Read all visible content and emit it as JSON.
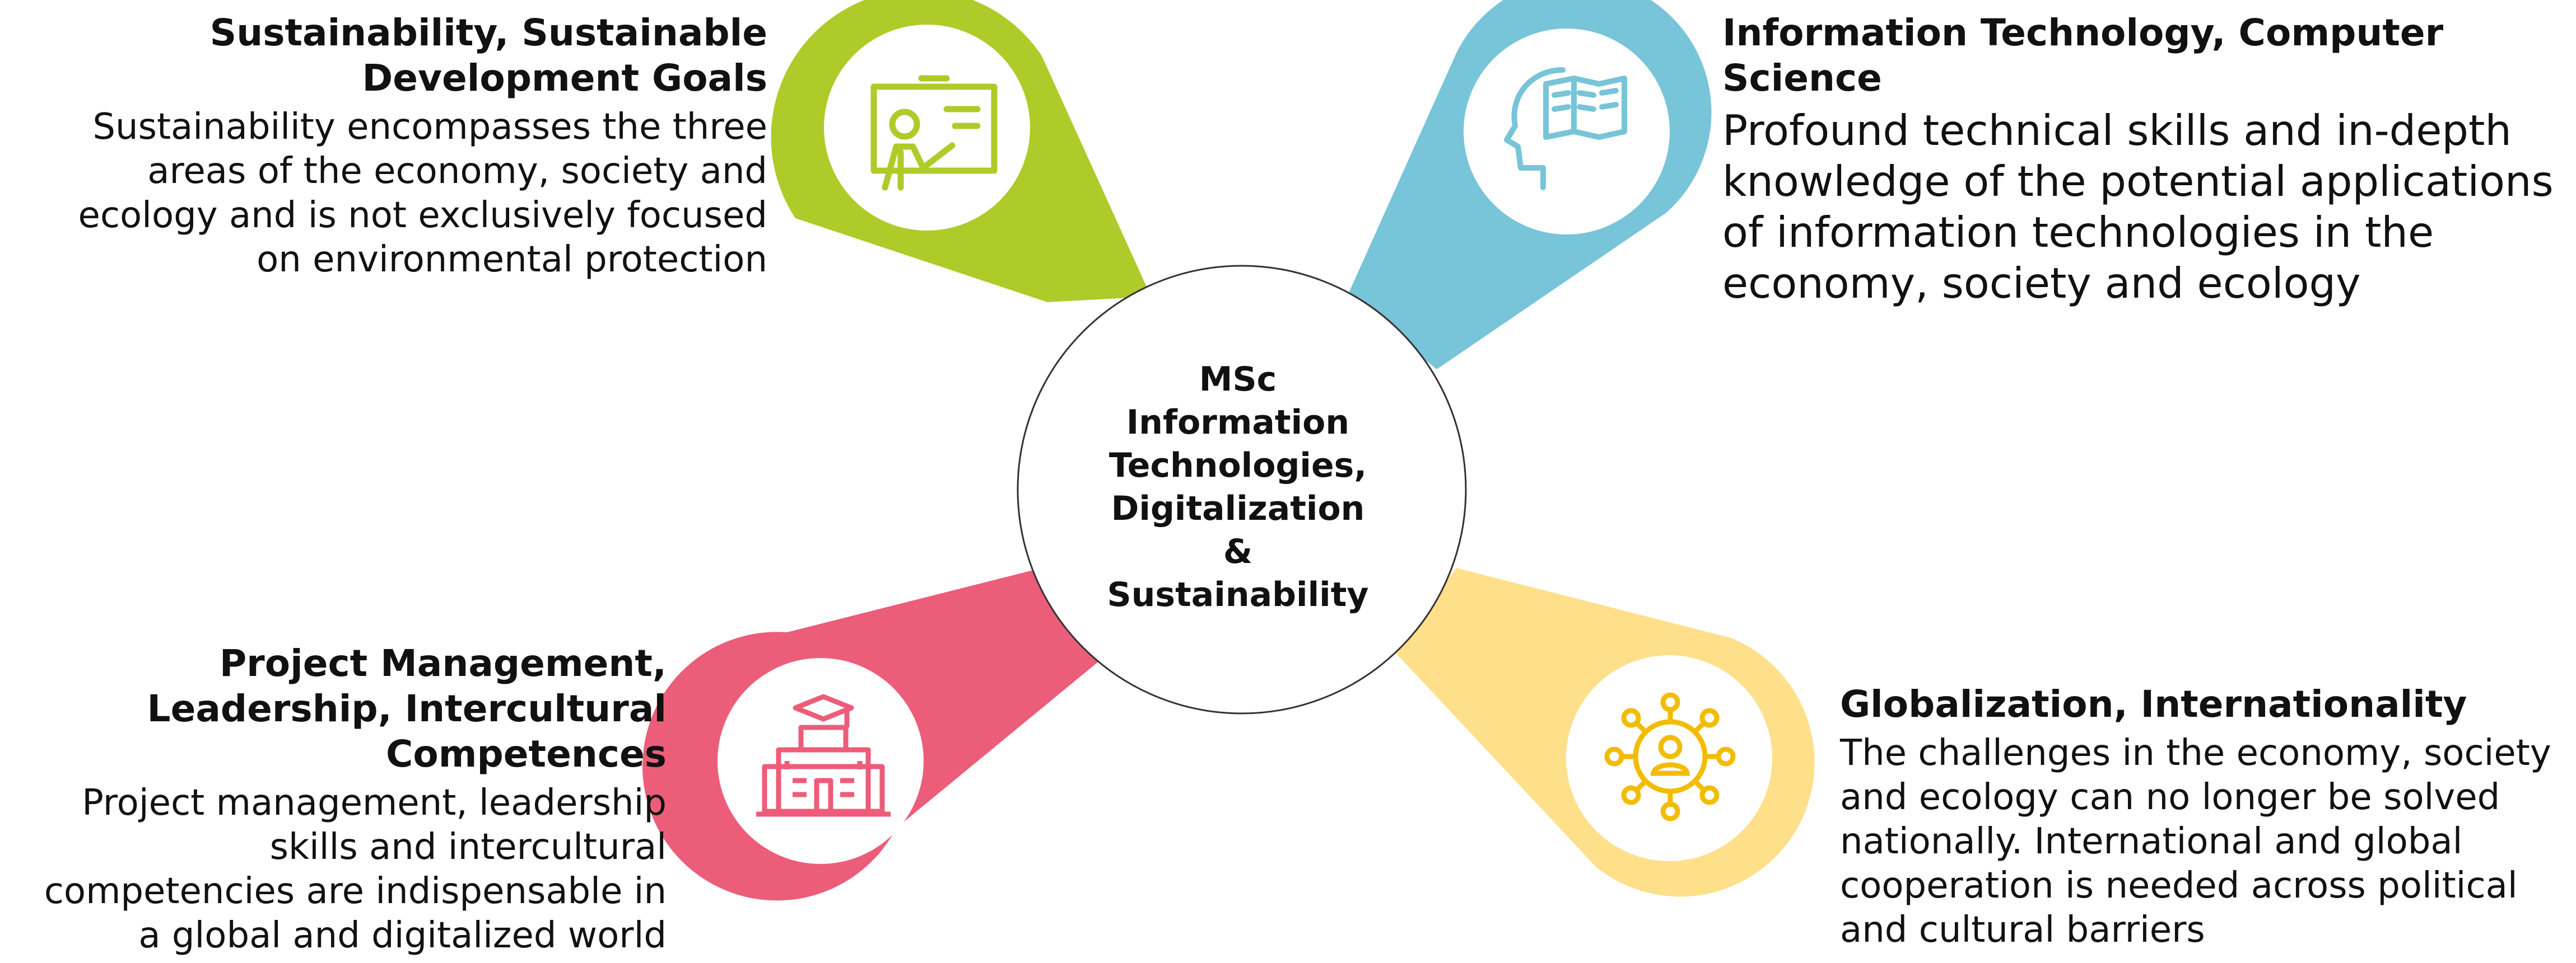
{
  "center": {
    "lines": [
      "MSc",
      "Information",
      "Technologies,",
      "Digitalization",
      "&",
      "Sustainability"
    ]
  },
  "topics": [
    {
      "title_lines": [
        "Sustainability, Sustainable",
        "Development Goals"
      ],
      "body": "Sustainability encompasses the three areas of the economy, society and ecology and is not exclusively focused on environmental protection",
      "color": "#AECB2A",
      "icon": "teacher-presentation-icon"
    },
    {
      "title_lines": [
        "Information Technology, Computer",
        "Science"
      ],
      "body": "Profound technical skills and in-depth knowledge of the potential applications of information technologies in the economy, society and ecology",
      "color": "#78C4D8",
      "icon": "head-book-icon"
    },
    {
      "title_lines": [
        "Project Management,",
        "Leadership, Intercultural",
        "Competences"
      ],
      "body": "Project management, leadership skills and intercultural competencies are indispensable in a global and digitalized world",
      "color": "#EC5D79",
      "icon": "university-building-icon"
    },
    {
      "title_lines": [
        "Globalization, Internationality"
      ],
      "body": "The challenges in the economy, society and ecology can no longer be solved nationally. International and global cooperation is needed across political and cultural barriers",
      "color": "#FEDF8A",
      "icon": "network-person-icon"
    }
  ]
}
